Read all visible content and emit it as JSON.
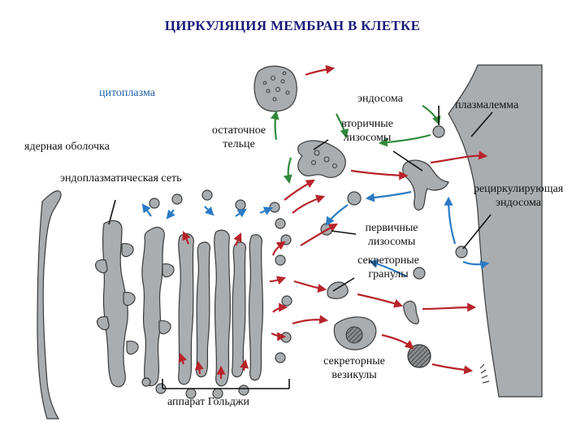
{
  "title": "ЦИРКУЛЯЦИЯ МЕМБРАН В КЛЕТКЕ",
  "labels": {
    "cytoplasm": "цитоплазма",
    "nuclear_envelope": "ядерная оболочка",
    "residual_body_1": "остаточное",
    "residual_body_2": "тельце",
    "endosome": "эндосома",
    "plasmalemma": "плазмалемма",
    "secondary_lysosomes_1": "вторичные",
    "secondary_lysosomes_2": "лизосомы",
    "er": "эндоплазматическая сеть",
    "recycling_endosome_1": "рециркулирующая",
    "recycling_endosome_2": "эндосома",
    "primary_lysosomes_1": "первичные",
    "primary_lysosomes_2": "лизосомы",
    "secretory_granules_1": "секреторные",
    "secretory_granules_2": "гранулы",
    "secretory_vesicles_1": "секреторные",
    "secretory_vesicles_2": "везикулы",
    "golgi": "аппарат Гольджи"
  },
  "colors": {
    "membrane_fill": "#a9adb0",
    "membrane_stroke": "#3a3a3a",
    "arrow_red": "#b8232a",
    "arrow_blue": "#2b7bc4",
    "arrow_green": "#2f8a3a",
    "title": "#1a1a7a",
    "cytoplasm_label": "#1f5fa8"
  }
}
